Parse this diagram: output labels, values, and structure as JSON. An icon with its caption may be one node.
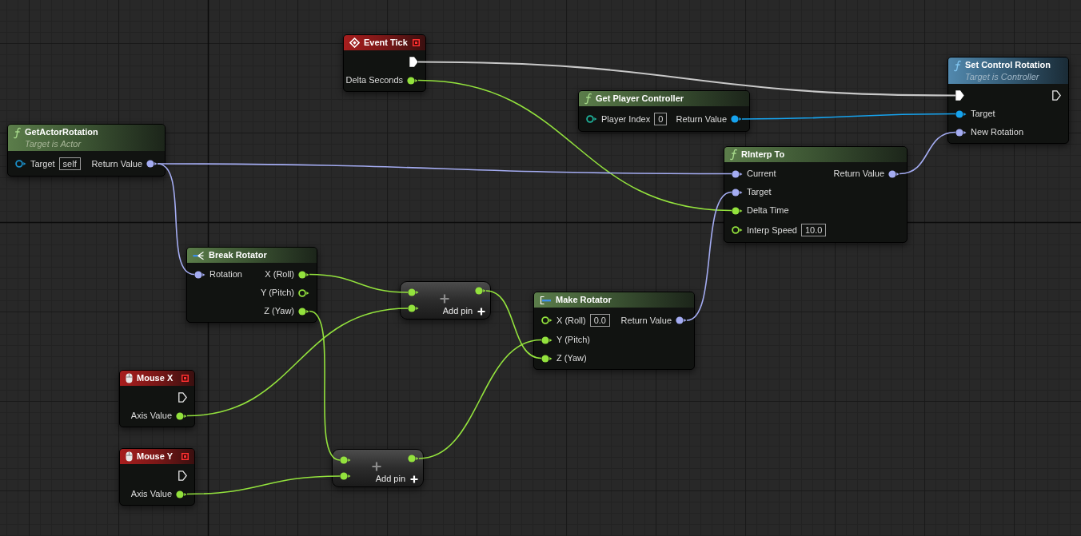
{
  "diagram": {
    "nodes": [
      {
        "text": [
          "Event Tick",
          "Delta Seconds"
        ]
      },
      {
        "text": [],
        "shape": "pentagon",
        "in": 0
      },
      {
        "text": [],
        "shape": "circle",
        "in": 0
      },
      {
        "text": [
          "Set Control Rotation",
          "Target is Controller",
          "Target",
          "New Rotation"
        ]
      },
      {
        "text": [],
        "shape": "pentagon",
        "in": 3
      },
      {
        "text": [],
        "shape": "circle",
        "in": 3
      },
      {
        "text": [],
        "shape": "circle",
        "in": 3
      },
      {
        "text": [
          "Get Player Controller",
          "Player Index",
          "Return Value"
        ]
      },
      {
        "text": [
          "0"
        ],
        "in": 7
      },
      {
        "text": [],
        "shape": "circle",
        "in": 7
      },
      {
        "text": [
          "GetActorRotation",
          "Target is Actor",
          "Target",
          "Return Value"
        ]
      },
      {
        "text": [
          "self"
        ],
        "in": 10
      },
      {
        "text": [],
        "shape": "circle",
        "in": 10
      },
      {
        "text": [
          "RInterp To",
          "Current",
          "Return Value",
          "Target",
          "Delta Time",
          "Interp Speed"
        ]
      },
      {
        "text": [],
        "shape": "circle",
        "in": 13
      },
      {
        "text": [],
        "shape": "circle",
        "in": 13
      },
      {
        "text": [],
        "shape": "circle",
        "in": 13
      },
      {
        "text": [],
        "shape": "circle",
        "in": 13
      },
      {
        "text": [
          "10.0"
        ],
        "in": 13
      },
      {
        "text": [
          "Break Rotator",
          "Rotation",
          "X (Roll)",
          "Y (Pitch)",
          "Z (Yaw)"
        ]
      },
      {
        "text": [],
        "shape": "circle",
        "in": 19
      },
      {
        "text": [],
        "shape": "circle",
        "in": 19
      },
      {
        "text": [],
        "shape": "circle",
        "in": 19
      },
      {
        "text": [
          "Add pin"
        ]
      },
      {
        "text": [],
        "shape": "circle",
        "in": 23
      },
      {
        "text": [],
        "shape": "circle",
        "in": 23
      },
      {
        "text": [],
        "shape": "circle",
        "in": 23
      },
      {
        "text": [
          "Make Rotator",
          "X (Roll)",
          "Return Value",
          "Y (Pitch)",
          "Z (Yaw)"
        ]
      },
      {
        "text": [
          "0.0"
        ],
        "in": 27
      },
      {
        "text": [],
        "shape": "circle",
        "in": 27
      },
      {
        "text": [],
        "shape": "circle",
        "in": 27
      },
      {
        "text": [],
        "shape": "circle",
        "in": 27
      },
      {
        "text": [
          "Mouse X",
          "Axis Value"
        ]
      },
      {
        "text": [],
        "shape": "circle",
        "in": 32
      },
      {
        "text": [
          "Mouse Y",
          "Axis Value"
        ]
      },
      {
        "text": [],
        "shape": "circle",
        "in": 34
      },
      {
        "text": [
          "Add pin"
        ]
      },
      {
        "text": [],
        "shape": "circle",
        "in": 36
      },
      {
        "text": [],
        "shape": "circle",
        "in": 36
      },
      {
        "text": [],
        "shape": "circle",
        "in": 36
      }
    ],
    "edges": [
      {
        "from": 1,
        "to": 4,
        "arrow": "none",
        "color": "#c8c8c8"
      },
      {
        "from": 2,
        "to": 17,
        "arrow": "none"
      },
      {
        "from": 9,
        "to": 5,
        "arrow": "none",
        "color": "#16a3ee"
      },
      {
        "from": 12,
        "to": 14,
        "arrow": "none",
        "color": "#a4acf2"
      },
      {
        "from": 12,
        "to": 20,
        "arrow": "none",
        "color": "#a4acf2"
      },
      {
        "from": 15,
        "to": 6,
        "arrow": "none",
        "color": "#a4acf2"
      },
      {
        "from": 21,
        "to": 24,
        "arrow": "none"
      },
      {
        "from": 22,
        "to": 37,
        "arrow": "none"
      },
      {
        "from": 33,
        "to": 25,
        "arrow": "none"
      },
      {
        "from": 35,
        "to": 38,
        "arrow": "none"
      },
      {
        "from": 26,
        "to": 31,
        "arrow": "none"
      },
      {
        "from": 39,
        "to": 30,
        "arrow": "none"
      },
      {
        "from": 29,
        "to": 16,
        "arrow": "none",
        "color": "#a4acf2"
      }
    ]
  }
}
